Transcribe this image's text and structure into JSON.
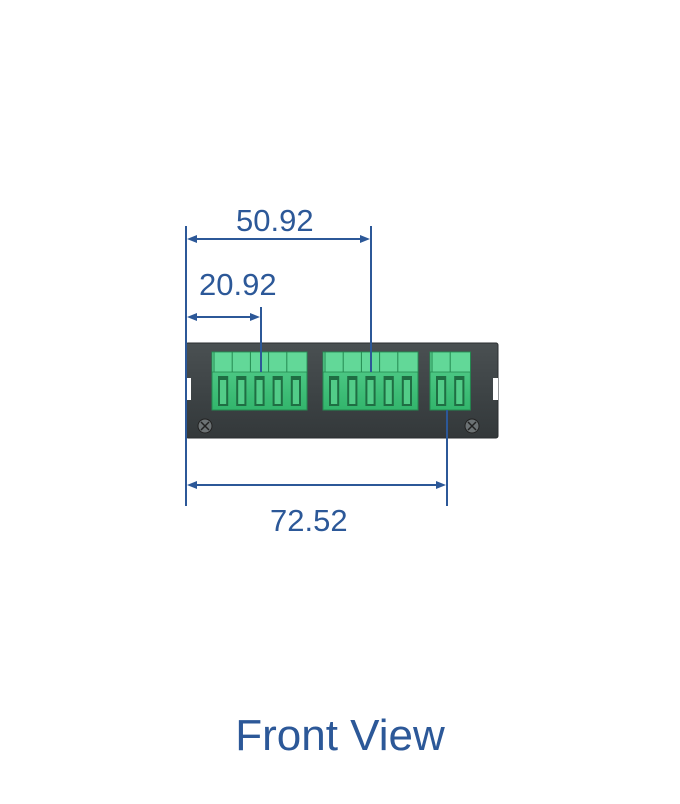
{
  "title": "Front View",
  "colors": {
    "dimension": "#2c5898",
    "panel": "#3e4446",
    "terminal": "#3fc67d",
    "terminal_dark": "#238a50"
  },
  "dimensions": {
    "d1": "20.92",
    "d2": "50.92",
    "d3": "72.52"
  },
  "terminal_blocks": [
    {
      "name": "terminal-block-left",
      "pins": 5
    },
    {
      "name": "terminal-block-middle",
      "pins": 5
    },
    {
      "name": "terminal-block-right",
      "pins": 2
    }
  ]
}
